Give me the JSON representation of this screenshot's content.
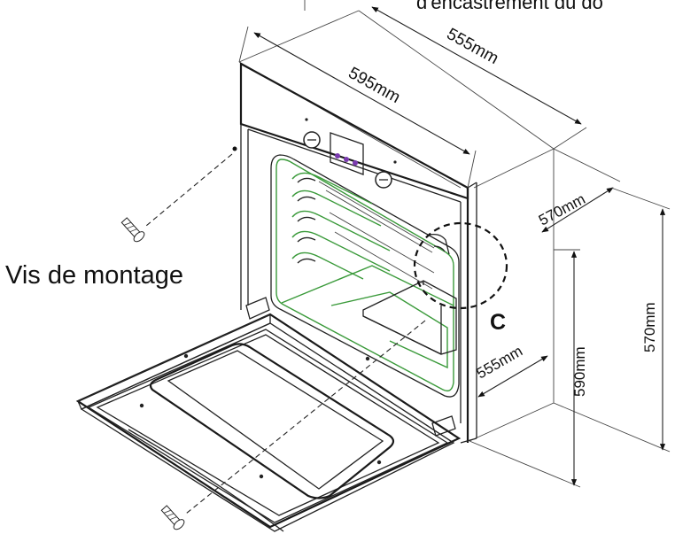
{
  "header_text": "d'encastrement du do",
  "labels": {
    "screws": "Vis de montage",
    "detail": "C"
  },
  "dimensions": {
    "top_depth": "555mm",
    "top_width": "595mm",
    "right_depth": "570mm",
    "right_height": "570mm",
    "cavity_depth": "555mm",
    "front_height": "590mm"
  },
  "colors": {
    "line": "#222222",
    "cavity": "#3a9a3a"
  }
}
